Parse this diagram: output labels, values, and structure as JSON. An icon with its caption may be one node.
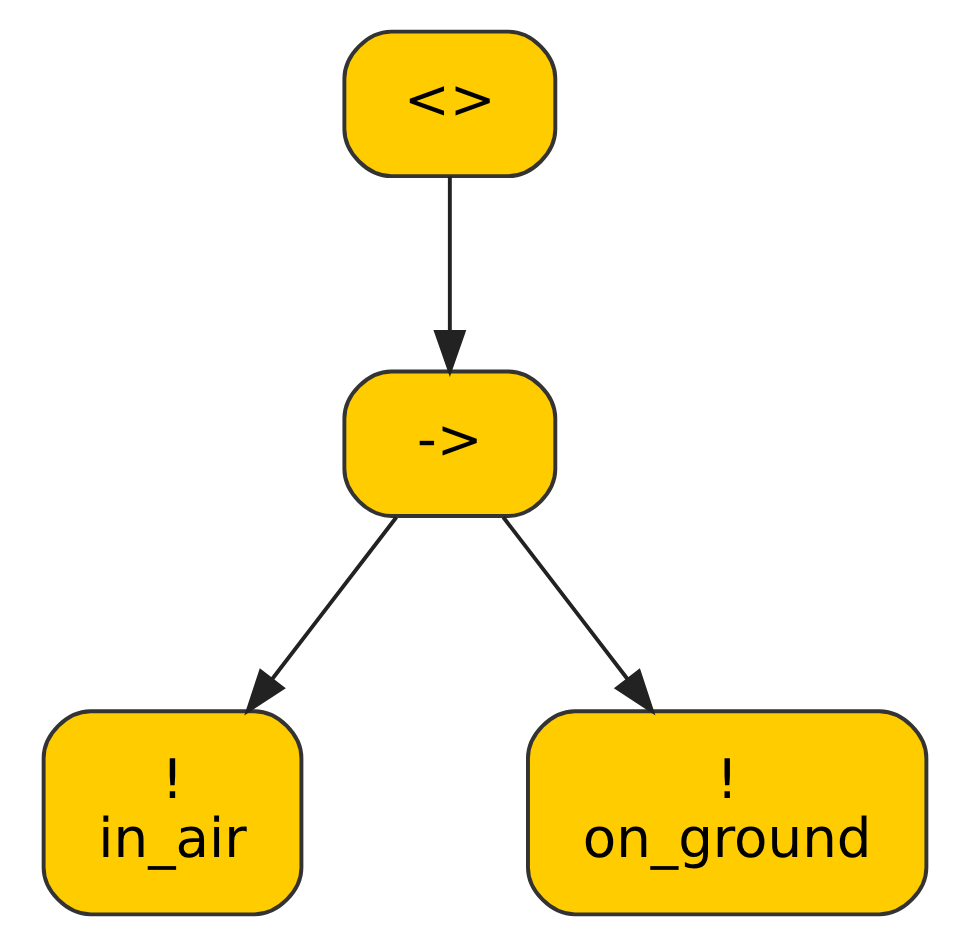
{
  "diagram": {
    "nodes": [
      {
        "text": [
          "<>"
        ]
      },
      {
        "text": [
          "->"
        ]
      },
      {
        "text": [
          "!",
          "in_air"
        ]
      },
      {
        "text": [
          "!",
          "on_ground"
        ]
      }
    ],
    "edges": [
      {
        "from": 0,
        "to": 1,
        "arrow": "to"
      },
      {
        "from": 1,
        "to": 2,
        "arrow": "to"
      },
      {
        "from": 1,
        "to": 3,
        "arrow": "to"
      }
    ]
  }
}
